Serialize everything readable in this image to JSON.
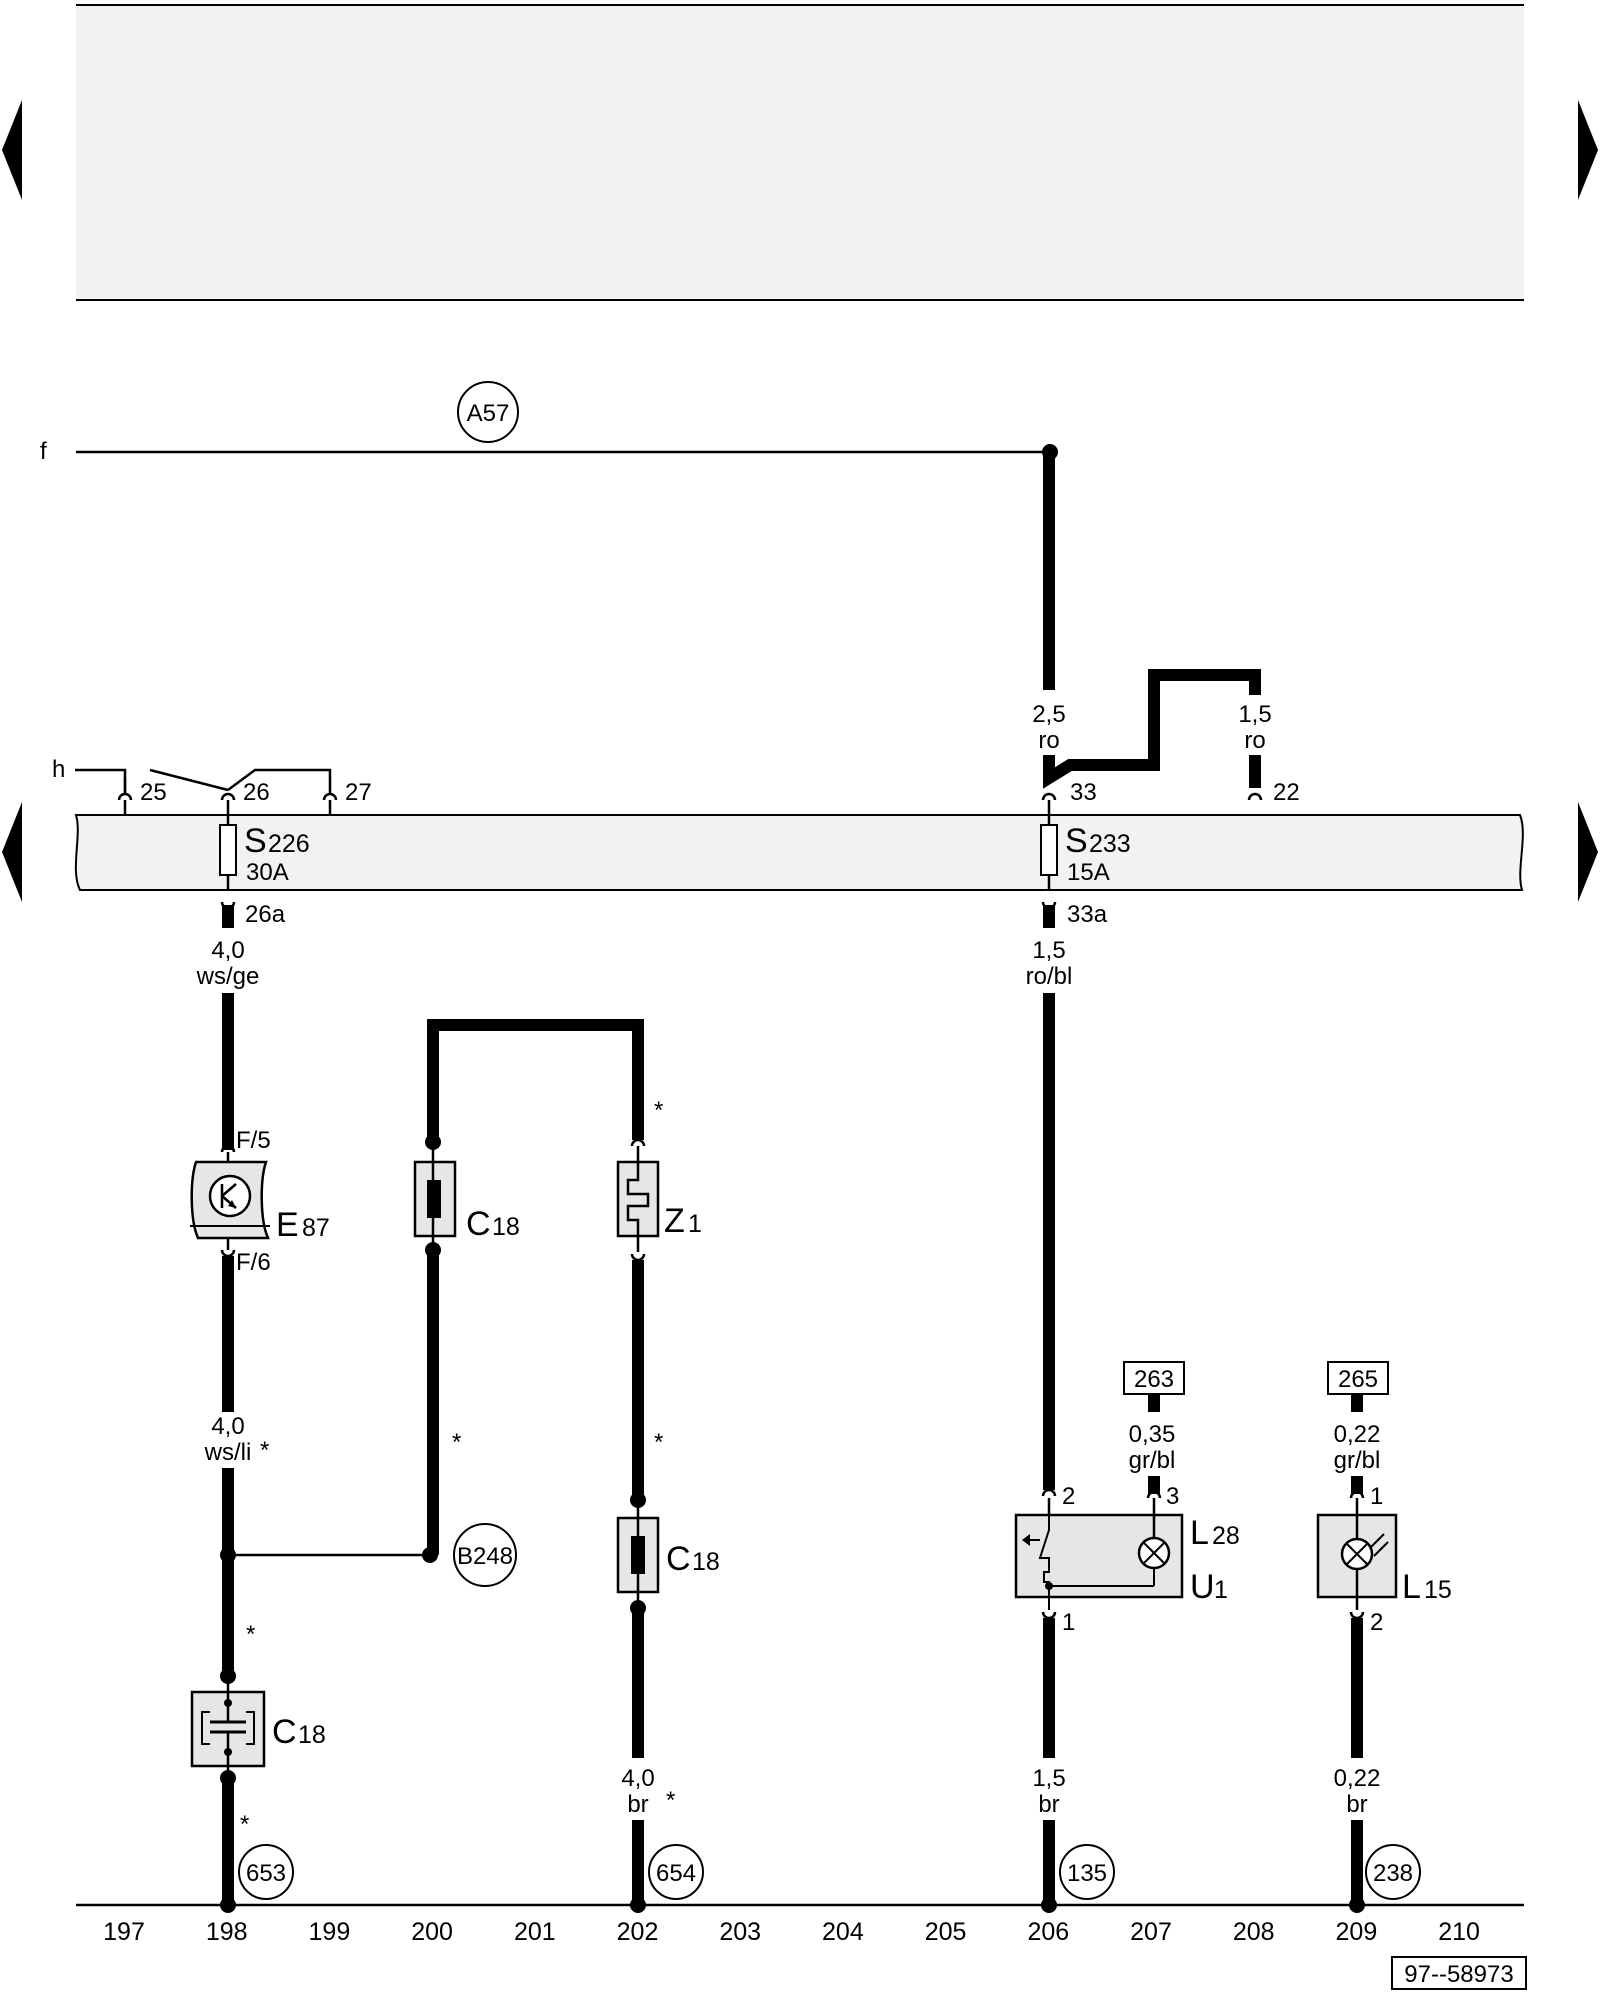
{
  "header": {
    "left_fuse_row_prefix": "h",
    "signal_f": "f"
  },
  "connectors": {
    "a57": "A57",
    "b248": "B248"
  },
  "fuse_terminals": {
    "t25": "25",
    "t26": "26",
    "t27": "27",
    "t33": "33",
    "t22": "22",
    "t26a": "26a",
    "t33a": "33a"
  },
  "fuses": {
    "s226": {
      "letter": "S",
      "num": "226",
      "rating": "30A"
    },
    "s233": {
      "letter": "S",
      "num": "233",
      "rating": "15A"
    }
  },
  "wires": {
    "w_33_in": {
      "size": "2,5",
      "color": "ro"
    },
    "w_22_in": {
      "size": "1,5",
      "color": "ro"
    },
    "w_26a": {
      "size": "4,0",
      "color": "ws/ge"
    },
    "w_33a": {
      "size": "1,5",
      "color": "ro/bl"
    },
    "w_e87_out": {
      "size": "4,0",
      "color": "ws/li"
    },
    "w_z1_out": {
      "size": "4,0",
      "color": "br"
    },
    "w_u1_out": {
      "size": "1,5",
      "color": "br"
    },
    "w_l28_in": {
      "size": "0,35",
      "color": "gr/bl"
    },
    "w_l15_in": {
      "size": "0,22",
      "color": "gr/bl"
    },
    "w_l15_out": {
      "size": "0,22",
      "color": "br"
    }
  },
  "components": {
    "e87": {
      "letter": "E",
      "sub": "87",
      "pin_in": "F/5",
      "pin_out": "F/6"
    },
    "c18_a": {
      "letter": "C",
      "sub": "18"
    },
    "c18_b": {
      "letter": "C",
      "sub": "18"
    },
    "c18_c": {
      "letter": "C",
      "sub": "18"
    },
    "z1": {
      "letter": "Z",
      "sub": "1"
    },
    "l28": {
      "letter": "L",
      "sub": "28",
      "pin_left": "2",
      "pin_right": "3",
      "pin_bottom": "1"
    },
    "u1": {
      "letter": "U",
      "sub": "1"
    },
    "l15": {
      "letter": "L",
      "sub": "15",
      "pin_top": "1",
      "pin_bottom": "2"
    }
  },
  "references": {
    "r263": "263",
    "r265": "265"
  },
  "ground_points": {
    "g653": "653",
    "g654": "654",
    "g135": "135",
    "g238": "238"
  },
  "asterisk": "*",
  "columns": [
    "197",
    "198",
    "199",
    "200",
    "201",
    "202",
    "203",
    "204",
    "205",
    "206",
    "207",
    "208",
    "209",
    "210"
  ],
  "doc_id": "97--58973",
  "colors": {
    "panel": "#f2f2f2",
    "component": "#e6e6e6",
    "line": "#000000"
  }
}
